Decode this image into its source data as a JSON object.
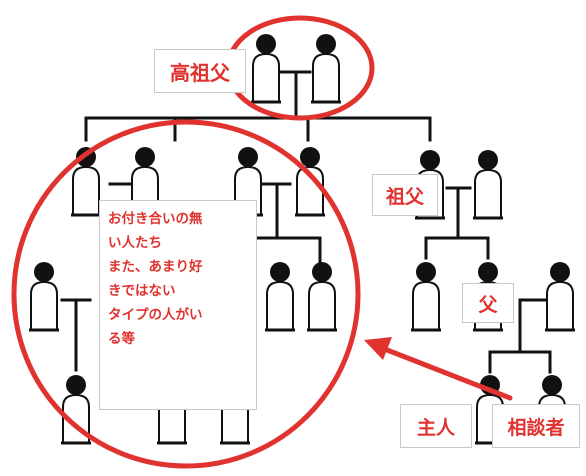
{
  "labels": {
    "great_grandfather": "高祖父",
    "grandfather": "祖父",
    "father": "父",
    "husband": "主人",
    "consultant": "相談者"
  },
  "note_lines": [
    "お付き合いの無",
    "い人たち",
    "また、あまり好",
    "きではない",
    "タイプの人がい",
    "る等"
  ],
  "colors": {
    "accent": "#e0322e",
    "line": "#111111",
    "body_fill": "#ffffff"
  }
}
